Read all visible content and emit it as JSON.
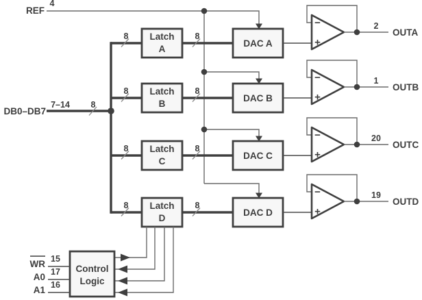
{
  "ref": {
    "label": "REF",
    "pin": "4"
  },
  "data_bus": {
    "label": "DB0–DB7",
    "pins": "7–14",
    "width": "8"
  },
  "channels": [
    {
      "id": "A",
      "latch_top": "Latch",
      "latch_bottom": "A",
      "dac_label": "DAC A",
      "bus_in_width": "8",
      "bus_out_width": "8",
      "opamp_minus": "−",
      "opamp_plus": "+",
      "out_pin": "2",
      "out_label": "OUTA"
    },
    {
      "id": "B",
      "latch_top": "Latch",
      "latch_bottom": "B",
      "dac_label": "DAC B",
      "bus_in_width": "8",
      "bus_out_width": "8",
      "opamp_minus": "−",
      "opamp_plus": "+",
      "out_pin": "1",
      "out_label": "OUTB"
    },
    {
      "id": "C",
      "latch_top": "Latch",
      "latch_bottom": "C",
      "dac_label": "DAC C",
      "bus_in_width": "8",
      "bus_out_width": "8",
      "opamp_minus": "−",
      "opamp_plus": "+",
      "out_pin": "20",
      "out_label": "OUTC"
    },
    {
      "id": "D",
      "latch_top": "Latch",
      "latch_bottom": "D",
      "dac_label": "DAC D",
      "bus_in_width": "8",
      "bus_out_width": "8",
      "opamp_minus": "−",
      "opamp_plus": "+",
      "out_pin": "19",
      "out_label": "OUTD"
    }
  ],
  "control_logic": {
    "label_top": "Control",
    "label_bottom": "Logic",
    "inputs": [
      {
        "label": "WR",
        "pin": "15",
        "overline": true
      },
      {
        "label": "A0",
        "pin": "17",
        "overline": false
      },
      {
        "label": "A1",
        "pin": "16",
        "overline": false
      }
    ]
  },
  "colors": {
    "line_dark": "#3f3f3f",
    "line_gray": "#6a6a6a",
    "box_fill": "#f7f7f7",
    "background": "#ffffff",
    "text": "#3d3d3d"
  }
}
